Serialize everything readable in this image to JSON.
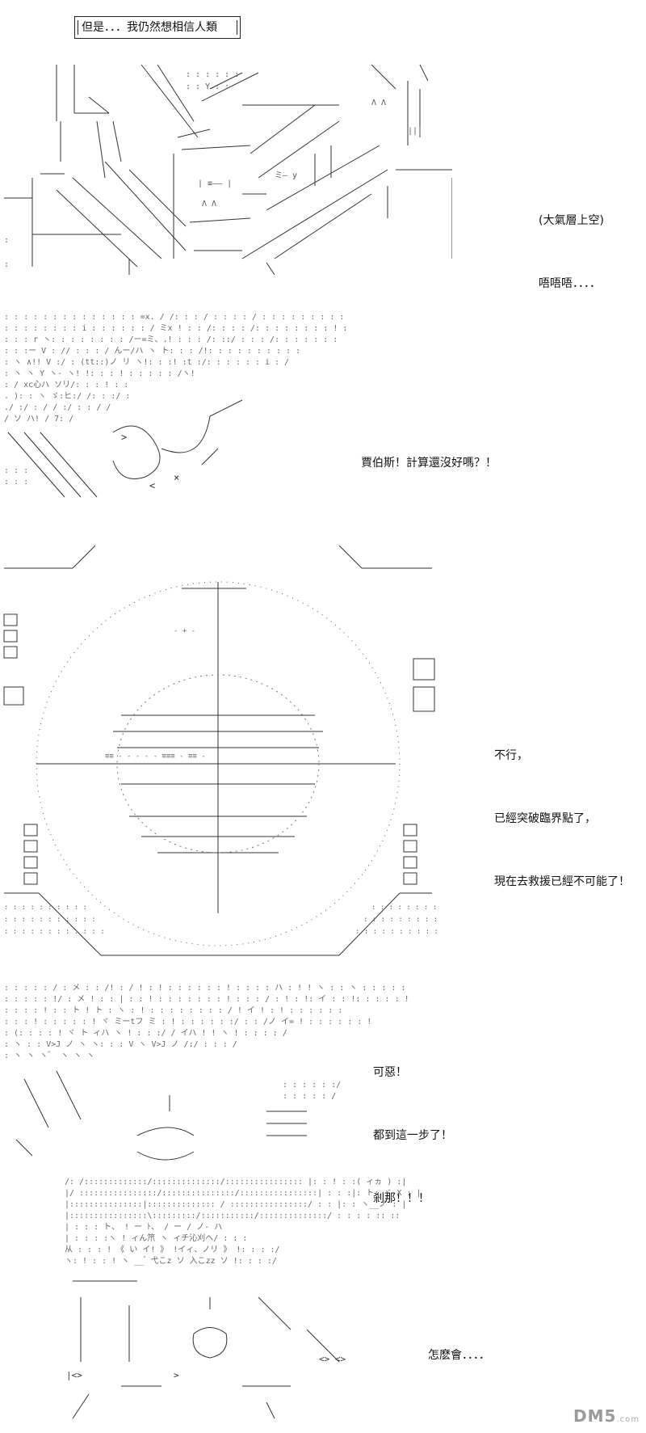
{
  "title": "但是．．．我仍然想相信人類",
  "panels": [
    {
      "id": "sky",
      "lines": [
        "(大氣層上空)",
        "唔唔唔．．．．"
      ]
    },
    {
      "id": "cry",
      "lines": [
        "賈伯斯！計算還沒好嗎？！"
      ]
    },
    {
      "id": "scope",
      "lines": [
        "不行，",
        "已經突破臨界點了，",
        "現在去救援已經不可能了！"
      ]
    },
    {
      "id": "anger",
      "lines": [
        "可惡！",
        "都到這一步了！",
        "剎那！！！"
      ]
    },
    {
      "id": "shock",
      "lines": [
        "怎麽會．．．．"
      ]
    }
  ],
  "watermark": {
    "logo": "DM5",
    "suffix": ".com"
  }
}
